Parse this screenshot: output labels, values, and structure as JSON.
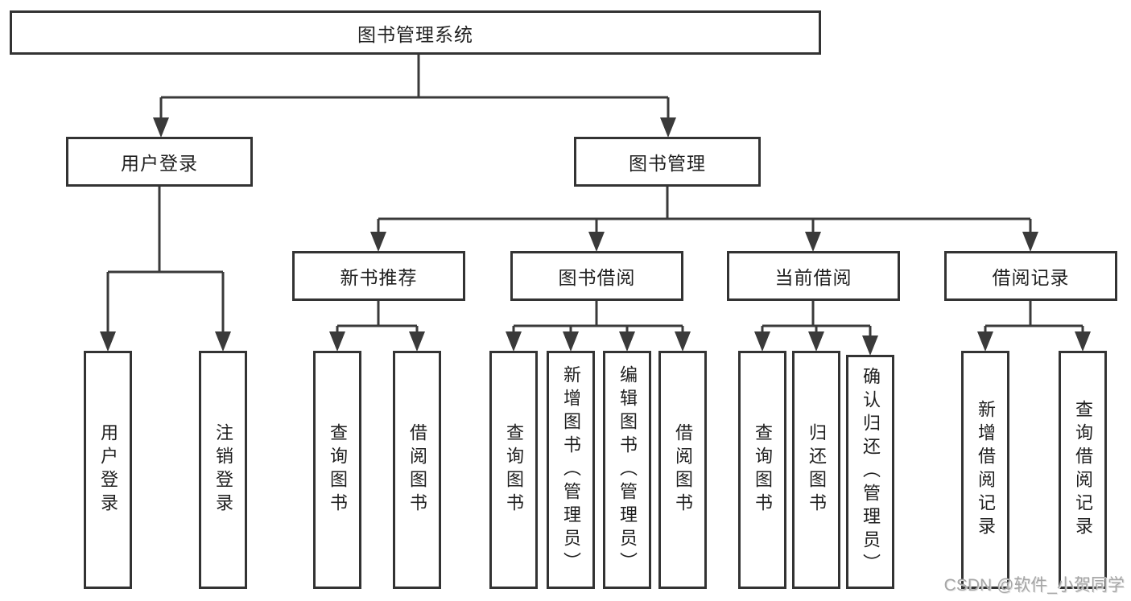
{
  "diagram": {
    "root": {
      "label": "图书管理系统"
    },
    "branches": [
      {
        "label": "用户登录",
        "children": [
          {
            "label": "用户登录"
          },
          {
            "label": "注销登录"
          }
        ]
      },
      {
        "label": "图书管理",
        "children": [
          {
            "label": "新书推荐",
            "children": [
              {
                "label": "查询图书"
              },
              {
                "label": "借阅图书"
              }
            ]
          },
          {
            "label": "图书借阅",
            "children": [
              {
                "label": "查询图书"
              },
              {
                "label": "新增图书（管理员）"
              },
              {
                "label": "编辑图书（管理员）"
              },
              {
                "label": "借阅图书"
              }
            ]
          },
          {
            "label": "当前借阅",
            "children": [
              {
                "label": "查询图书"
              },
              {
                "label": "归还图书"
              },
              {
                "label": "确认归还（管理员）"
              }
            ]
          },
          {
            "label": "借阅记录",
            "children": [
              {
                "label": "新增借阅记录"
              },
              {
                "label": "查询借阅记录"
              }
            ]
          }
        ]
      }
    ]
  },
  "watermark": "CSDN @软件_小贺同学",
  "colors": {
    "line": "#3a3a3a",
    "border": "#333333",
    "text": "#1f1f1f",
    "watermark": "#a6a6a6",
    "background": "#ffffff"
  }
}
